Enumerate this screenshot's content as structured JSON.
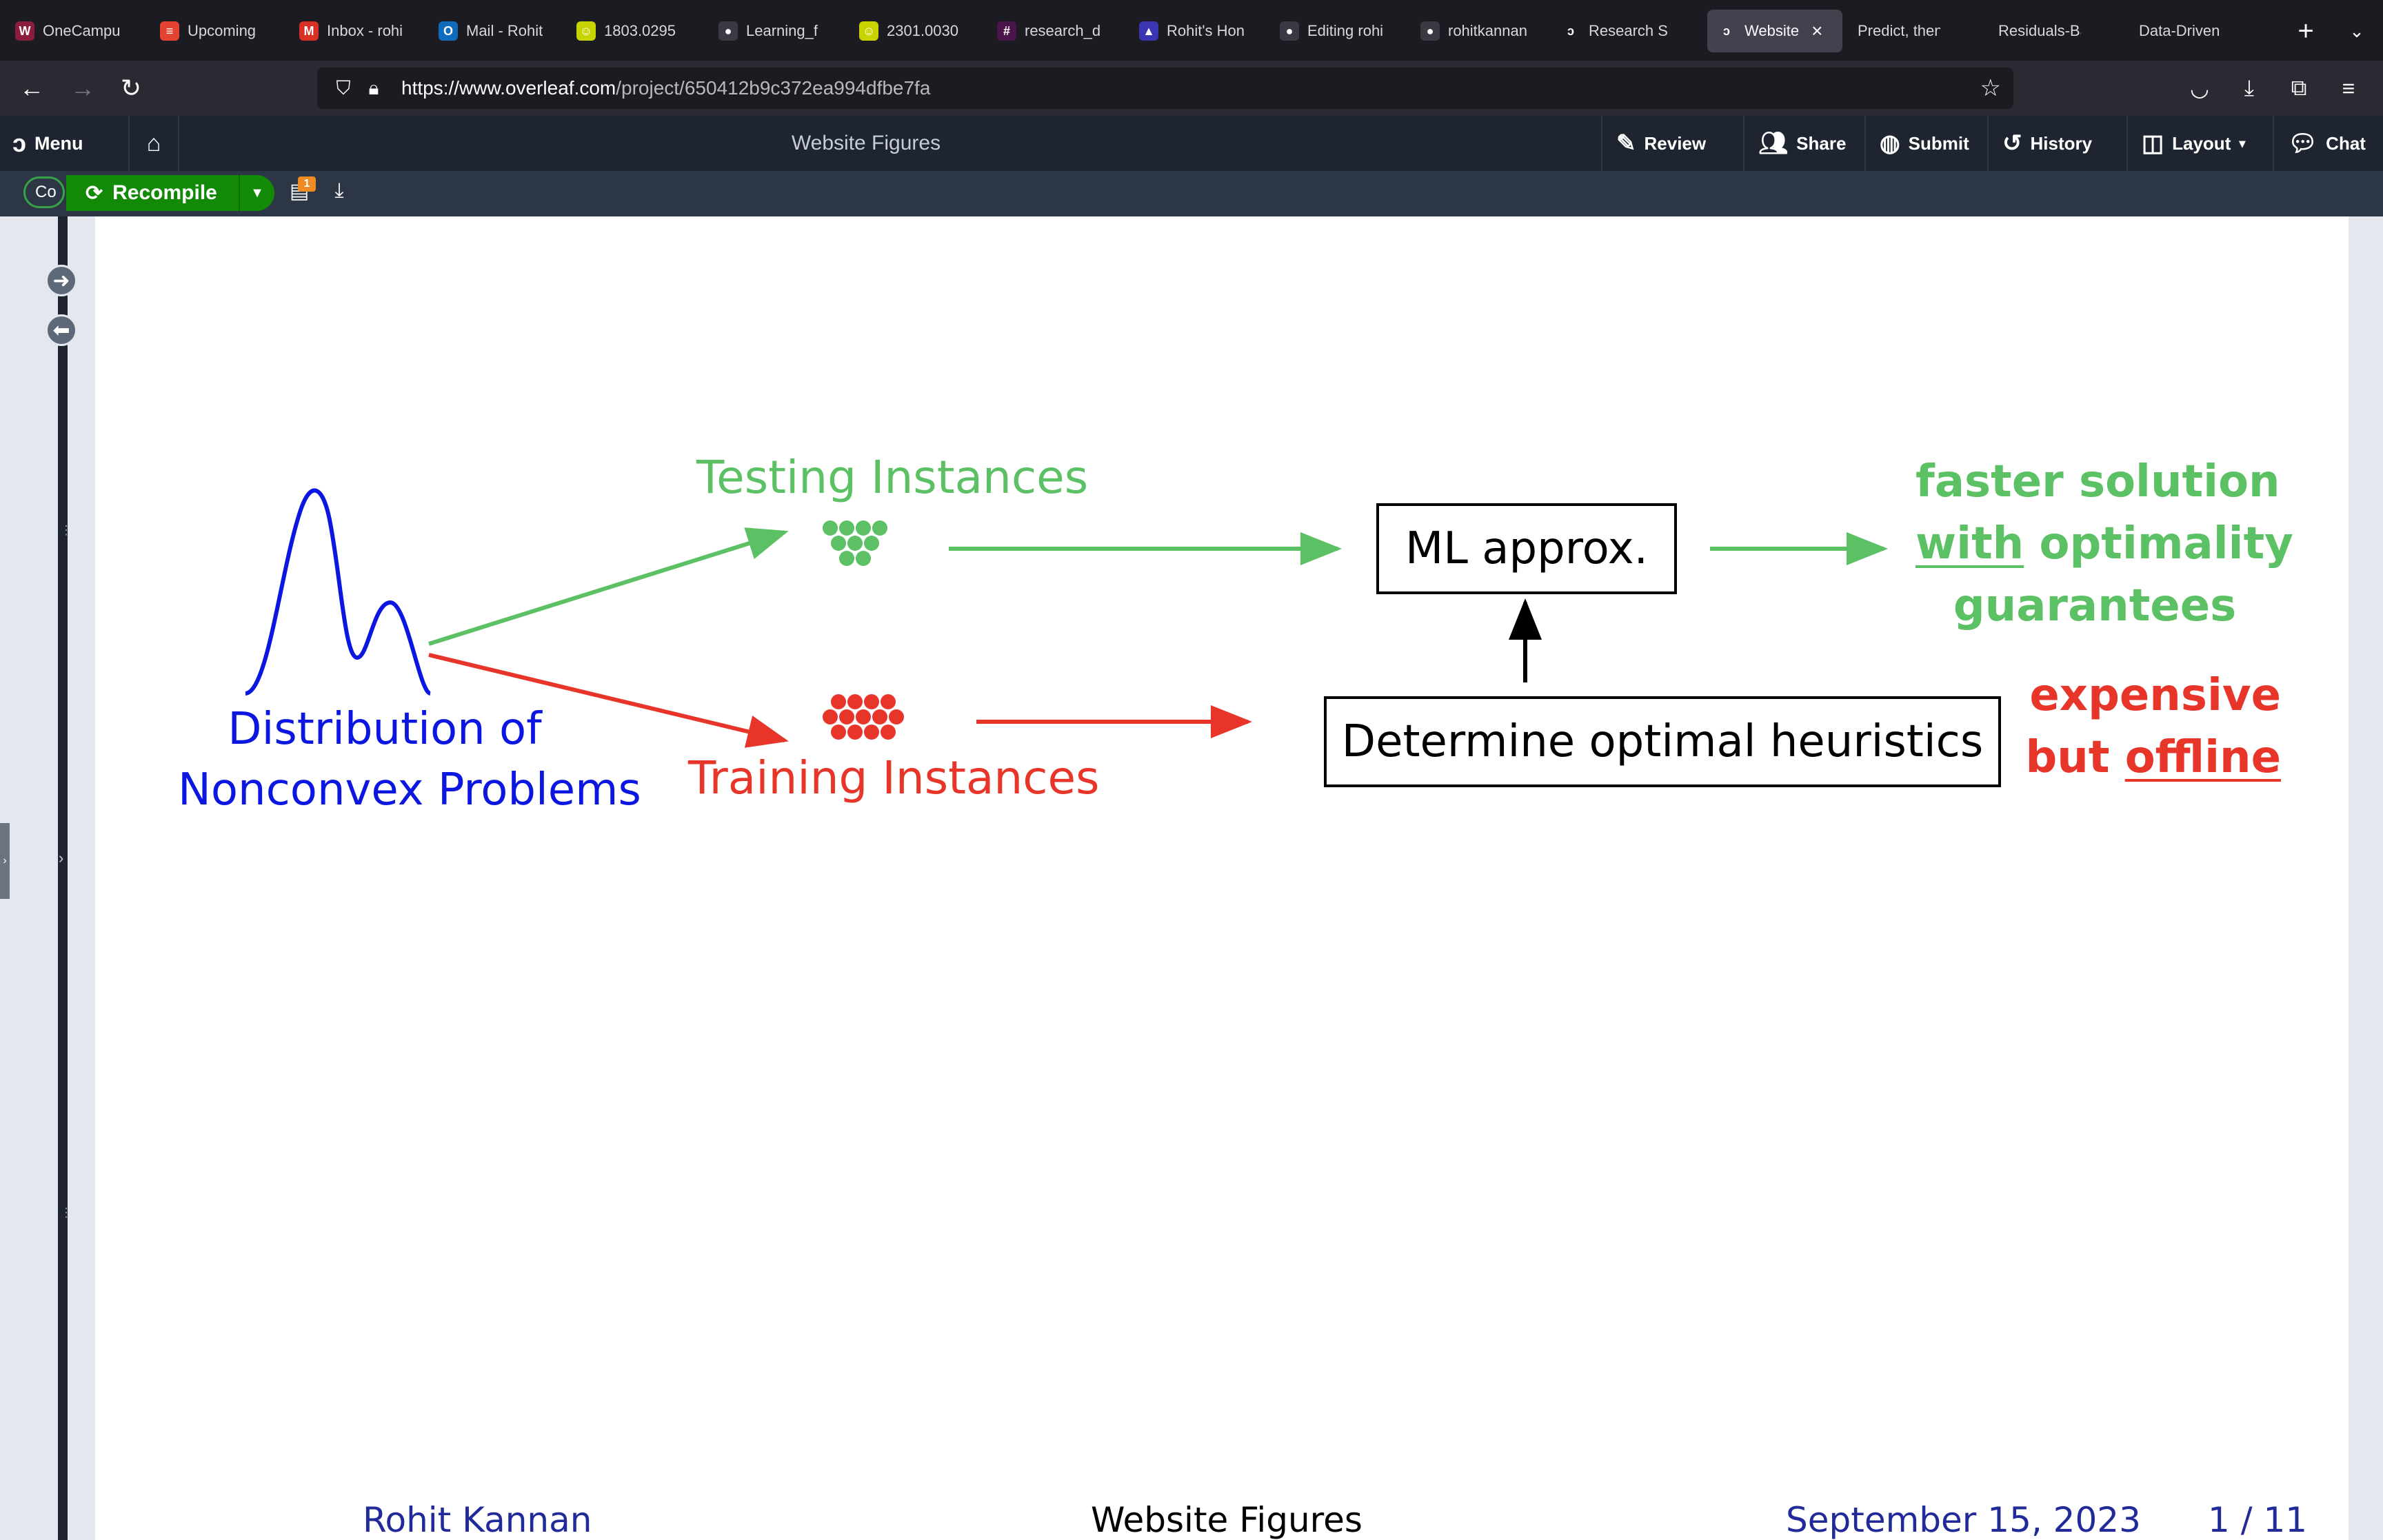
{
  "browser": {
    "tabs": [
      {
        "label": "OneCampu",
        "icon": "onecampus-icon",
        "color": "#8b1c3c",
        "glyph": "W"
      },
      {
        "label": "Upcoming",
        "icon": "todoist-icon",
        "color": "#e44332",
        "glyph": "≡"
      },
      {
        "label": "Inbox - rohi",
        "icon": "gmail-icon",
        "color": "#d93025",
        "glyph": "M"
      },
      {
        "label": "Mail - Rohit",
        "icon": "outlook-icon",
        "color": "#0f6cbd",
        "glyph": "O"
      },
      {
        "label": "1803.0295",
        "icon": "arxiv-icon",
        "color": "#c8d400",
        "glyph": "☺"
      },
      {
        "label": "Learning_f",
        "icon": "github-icon",
        "color": "#3a3a44",
        "glyph": "●"
      },
      {
        "label": "2301.0030",
        "icon": "arxiv-icon",
        "color": "#c8d400",
        "glyph": "☺"
      },
      {
        "label": "research_d",
        "icon": "slack-icon",
        "color": "#4a154b",
        "glyph": "#"
      },
      {
        "label": "Rohit's Hon",
        "icon": "graduation-cap-icon",
        "color": "#3a35b3",
        "glyph": "▲"
      },
      {
        "label": "Editing rohi",
        "icon": "github-icon",
        "color": "#3a3a44",
        "glyph": "●"
      },
      {
        "label": "rohitkannan",
        "icon": "github-icon",
        "color": "#3a3a44",
        "glyph": "●"
      },
      {
        "label": "Research S",
        "icon": "overleaf-icon",
        "color": "#1c1b22",
        "glyph": "ↄ"
      },
      {
        "label": "Website",
        "icon": "overleaf-icon",
        "color": "#42414d",
        "glyph": "ↄ",
        "active": true
      },
      {
        "label": "Predict, then s",
        "icon": "",
        "color": "#1c1b22",
        "glyph": ""
      },
      {
        "label": "Residuals-Base",
        "icon": "",
        "color": "#1c1b22",
        "glyph": ""
      },
      {
        "label": "Data-Driven Sa",
        "icon": "",
        "color": "#1c1b22",
        "glyph": ""
      }
    ],
    "url_host": "https://www.overleaf.com",
    "url_path": "/project/650412b9c372ea994dfbe7fa"
  },
  "overleaf": {
    "menu_label": "Menu",
    "project_title": "Website Figures",
    "buttons": {
      "review": "Review",
      "share": "Share",
      "submit": "Submit",
      "history": "History",
      "layout": "Layout",
      "chat": "Chat"
    },
    "recompile_label": "Recompile",
    "mini_pill_label": "Co",
    "logs_badge": "1"
  },
  "figure": {
    "testing_label": "Testing Instances",
    "training_label": "Training Instances",
    "distribution_line1": "Distribution of",
    "distribution_line2": "Nonconvex Problems",
    "ml_box": "ML approx.",
    "heuristics_box": "Determine optimal heuristics",
    "faster_line1": "faster solution",
    "faster_with": "with",
    "faster_line2_rest": "optimality",
    "faster_line3": "guarantees",
    "expensive_line1": "expensive",
    "expensive_but": "but",
    "expensive_offline": "offline",
    "colors": {
      "green": "#5cc164",
      "red": "#e8352a",
      "blue": "#0b16e0"
    }
  },
  "footer": {
    "author": "Rohit Kannan",
    "title": "Website Figures",
    "date": "September 15, 2023",
    "page": "1 / 11"
  }
}
